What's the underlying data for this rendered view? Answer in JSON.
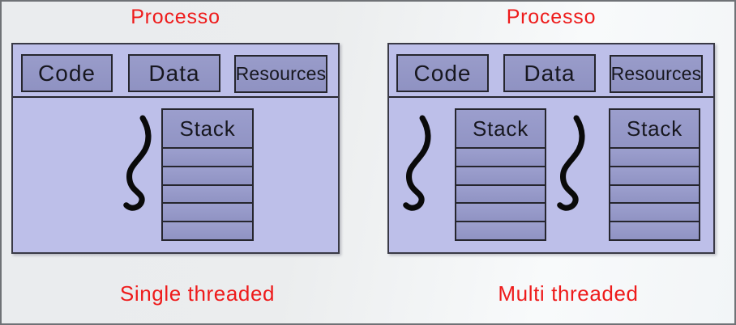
{
  "diagrams": [
    {
      "title": "Processo",
      "header_boxes": [
        "Code",
        "Data",
        "Resources"
      ],
      "stacks": [
        {
          "label": "Stack",
          "rows": 5
        }
      ],
      "thread_count": 1,
      "caption": "Single threaded"
    },
    {
      "title": "Processo",
      "header_boxes": [
        "Code",
        "Data",
        "Resources"
      ],
      "stacks": [
        {
          "label": "Stack",
          "rows": 5
        },
        {
          "label": "Stack",
          "rows": 5
        }
      ],
      "thread_count": 2,
      "caption": "Multi threaded"
    }
  ],
  "icons": {
    "thread": "black-squiggle-thread"
  },
  "colors": {
    "label_red": "#ee1b1b",
    "process_fill": "#bdbfe9",
    "inner_box_fill": "#9497c7",
    "box_border": "#26262e",
    "frame_border": "#6f7276",
    "background_left": "#eaecee",
    "background_right": "#f8fafb",
    "thread_stroke": "#0a0a0a"
  }
}
